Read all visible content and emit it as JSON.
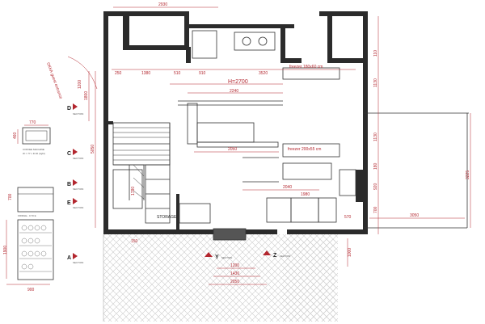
{
  "colors": {
    "wall": "#2b2b2b",
    "dimension": "#b3262e",
    "paving": "#cfcfcf",
    "outline": "#333333"
  },
  "dimensions": {
    "top_width": "2930",
    "ceiling_height": "H=2700",
    "bottom_step": "150",
    "bottom_1": "1200",
    "bottom_2": "1430",
    "bottom_3": "2050",
    "right_1": "110",
    "right_2": "1130",
    "right_3": "1130",
    "right_4": "180",
    "right_5": "920",
    "right_6": "700",
    "right_total": "3225",
    "right_bottom": "1000",
    "terrace_width": "3050",
    "counter_570": "570",
    "left_total": "5050",
    "left_1800": "1800",
    "left_1200": "1200",
    "stair_1780": "1780",
    "kitchen_2050": "2050",
    "kitchen_2040": "2040",
    "kitchen_1980": "1980",
    "fridge_w": "900",
    "fridge_h": "1900",
    "fridge_700": "700",
    "coffee_w": "770",
    "coffee_h": "460",
    "top_row": [
      "250",
      "1380",
      "510",
      "910",
      "3520"
    ],
    "inner_2240": "2240",
    "mid_2050": "2050"
  },
  "labels": {
    "freezer_top": "freezer 180x60 cm",
    "freezer_bottom": "freezer 200x55 cm",
    "storage": "STORAGE",
    "entrance": "ОККА guest entrance",
    "coffee_machine": "COFFEE MACHINE",
    "coffee_note": "W = 77 x D 46 (right)",
    "fridge_title": "FRIDGE - 0.70 E",
    "section_word": "SECTION"
  },
  "sections": [
    "A",
    "B",
    "C",
    "D",
    "E",
    "Y",
    "Z"
  ]
}
